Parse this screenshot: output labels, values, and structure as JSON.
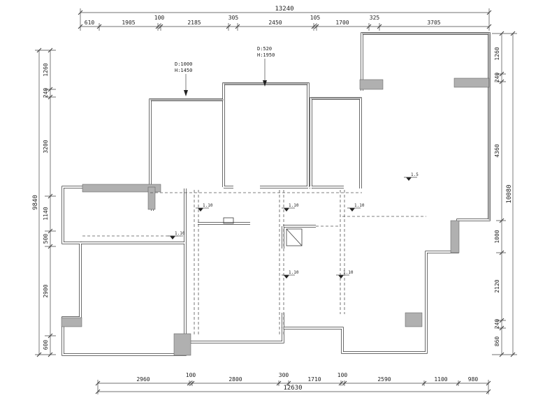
{
  "drawing": {
    "title": "floor-plan",
    "dims": {
      "top": {
        "total": "13240",
        "segments": [
          "610",
          "1905",
          "100",
          "2185",
          "305",
          "2450",
          "105",
          "1700",
          "325",
          "3705"
        ]
      },
      "bottom": {
        "total": "12630",
        "segments": [
          "2960",
          "100",
          "2800",
          "300",
          "1710",
          "100",
          "2590",
          "1100",
          "980"
        ]
      },
      "left": {
        "total": "9840",
        "segments": [
          "1260",
          "240",
          "3200",
          "1140",
          "500",
          "2900",
          "600"
        ]
      },
      "right": {
        "total": "10080",
        "segments": [
          "1260",
          "240",
          "4360",
          "1000",
          "2120",
          "240",
          "860"
        ]
      }
    },
    "annotations": [
      {
        "line1": "D:1000",
        "line2": "H:1450"
      },
      {
        "line1": "D:520",
        "line2": "H:1950"
      }
    ],
    "levels": [
      "1.10",
      "1.10",
      "1.10",
      "1.5",
      "1.10",
      "1.10",
      "1.10"
    ],
    "colors": {
      "wall": "#3a3a3a",
      "gray_fill": "#b0b0b0",
      "dim_line": "#444444",
      "text": "#222222",
      "background": "#ffffff"
    }
  }
}
